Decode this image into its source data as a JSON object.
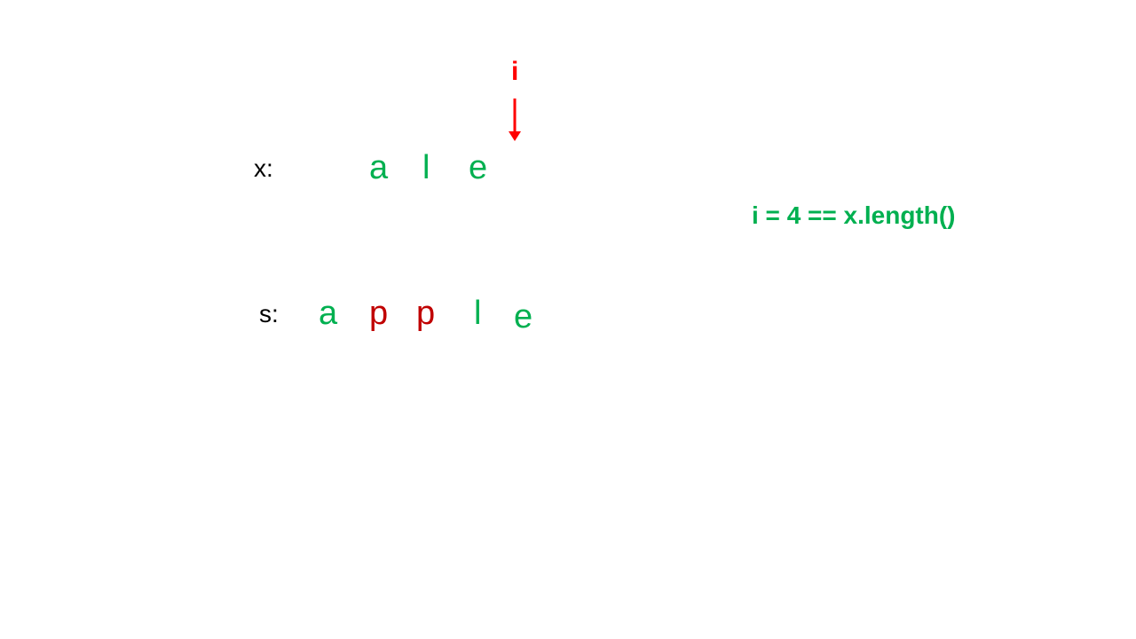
{
  "colors": {
    "match": "#00b050",
    "mismatch": "#c00000",
    "pointer": "#ff0000",
    "label": "#000000"
  },
  "pointer": {
    "label": "i",
    "icon": "down-arrow-icon"
  },
  "x_row": {
    "label": "x:",
    "chars": [
      {
        "char": "a",
        "status": "match"
      },
      {
        "char": "l",
        "status": "match"
      },
      {
        "char": "e",
        "status": "match"
      }
    ]
  },
  "s_row": {
    "label": "s:",
    "chars": [
      {
        "char": "a",
        "status": "match"
      },
      {
        "char": "p",
        "status": "mismatch"
      },
      {
        "char": "p",
        "status": "mismatch"
      },
      {
        "char": "l",
        "status": "match"
      },
      {
        "char": "e",
        "status": "match"
      }
    ]
  },
  "condition": {
    "text": "i = 4 == x.length()"
  }
}
